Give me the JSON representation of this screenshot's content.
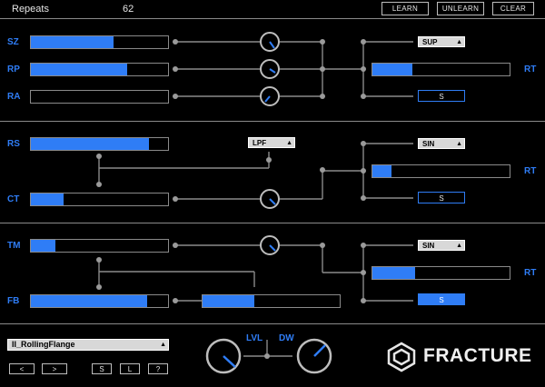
{
  "header": {
    "label": "Repeats",
    "value": "62",
    "learn": "LEARN",
    "unlearn": "UNLEARN",
    "clear": "CLEAR"
  },
  "section1": {
    "sz": "SZ",
    "rp": "RP",
    "ra": "RA",
    "rt": "RT",
    "sz_fill": 0.6,
    "rp_fill": 0.7,
    "ra_fill": 0.0,
    "rt_fill": 0.29,
    "mode": "SUP",
    "s_label": "S"
  },
  "section2": {
    "rs": "RS",
    "ct": "CT",
    "rt": "RT",
    "rs_fill": 0.86,
    "ct_fill": 0.24,
    "rt_fill": 0.14,
    "filter": "LPF",
    "mode": "SIN",
    "s_label": "S"
  },
  "section3": {
    "tm": "TM",
    "fb": "FB",
    "rt": "RT",
    "tm_fill": 0.18,
    "fb_fill": 0.85,
    "mid_fill": 0.38,
    "rt_fill": 0.31,
    "mode": "SIN",
    "s_label": "S"
  },
  "footer": {
    "preset": "II_RollingFlange",
    "prev": "<",
    "next": ">",
    "save": "S",
    "load": "L",
    "help": "?",
    "lvl": "LVL",
    "dw": "DW",
    "brand": "FRACTURE"
  },
  "colors": {
    "accent": "#2f7df6",
    "background": "#000000",
    "lines": "#8a8a8a"
  }
}
